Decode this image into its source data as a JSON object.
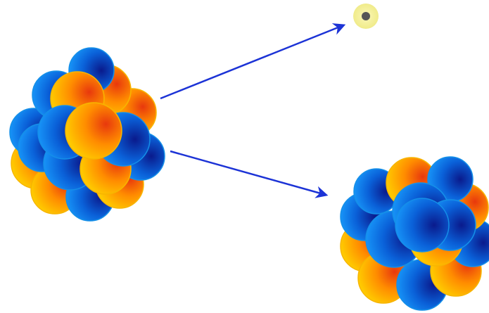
{
  "diagram": {
    "kind": "nuclear-decay",
    "elements": [
      {
        "id": "parent-nucleus",
        "icon": "nucleus-icon"
      },
      {
        "id": "emitted-particle",
        "icon": "small-particle-icon"
      },
      {
        "id": "daughter-nucleus",
        "icon": "nucleus-icon"
      }
    ],
    "arrows": [
      {
        "from": "parent-nucleus",
        "to": "emitted-particle"
      },
      {
        "from": "parent-nucleus",
        "to": "daughter-nucleus"
      }
    ]
  },
  "colors": {
    "background": "#ffffff",
    "proton_edge": "#ffd700",
    "proton_core": "#e8380d",
    "neutron_edge": "#1aa0ff",
    "neutron_core": "#0a1a8c",
    "particle_glow": "#f4f09a",
    "particle_core": "#555555",
    "arrow": "#1c33d6"
  }
}
